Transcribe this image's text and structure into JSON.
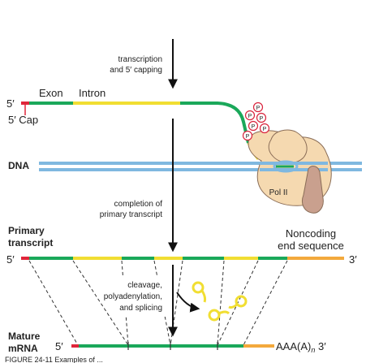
{
  "colors": {
    "exon": "#1aa85a",
    "intron": "#f1de32",
    "noncoding": "#f3a93c",
    "cap": "#e0263a",
    "dna": "#7fb8e0",
    "polII": "#f5d9b0",
    "subunit": "#c9a08e",
    "phospho": "#d9233c",
    "arrow": "#111111"
  },
  "labels": {
    "transcription_line1": "transcription",
    "transcription_line2": "and 5′ capping",
    "five_prime_top": "5′",
    "exon": "Exon",
    "intron": "Intron",
    "five_prime_cap": "5′ Cap",
    "phospho_symbol": "P",
    "dna": "DNA",
    "pol_ii": "Pol II",
    "completion_line1": "completion of",
    "completion_line2": "primary transcript",
    "primary_line1": "Primary",
    "primary_line2": "transcript",
    "five_prime_primary": "5′",
    "three_prime_primary": "3′",
    "noncoding_line1": "Noncoding",
    "noncoding_line2": "end sequence",
    "cleavage_line1": "cleavage,",
    "cleavage_line2": "polyadenylation,",
    "cleavage_line3": "and splicing",
    "mature_line1": "Mature",
    "mature_line2": "mRNA",
    "five_prime_mature": "5′",
    "polya_main": "AAA(A)",
    "polya_sub": "n",
    "three_prime_mature": "3′",
    "caption_fragment": "FIGURE 24-11 Examples of ..."
  }
}
